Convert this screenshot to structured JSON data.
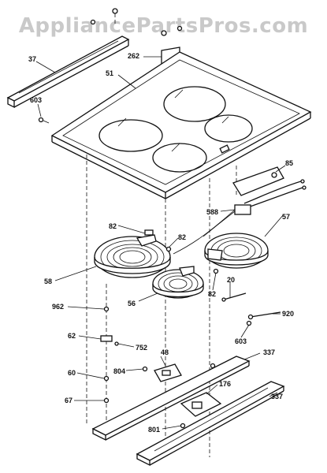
{
  "watermark": "AppliancePartsPros.com",
  "labels": {
    "p37": "37",
    "p262": "262",
    "p51": "51",
    "p603a": "603",
    "p85": "85",
    "p588": "588",
    "p57": "57",
    "p82a": "82",
    "p82b": "82",
    "p82c": "82",
    "p58": "58",
    "p56": "56",
    "p20": "20",
    "p962": "962",
    "p920": "920",
    "p603b": "603",
    "p62": "62",
    "p752": "752",
    "p48": "48",
    "p337a": "337",
    "p60": "60",
    "p804": "804",
    "p176": "176",
    "p337b": "337",
    "p67": "67",
    "p801": "801"
  }
}
